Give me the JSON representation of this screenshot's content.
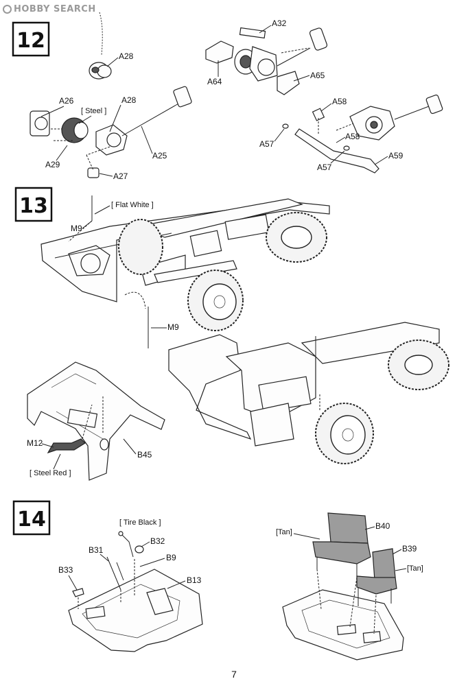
{
  "watermark": {
    "text": "HOBBY SEARCH"
  },
  "page_number": "7",
  "steps": [
    {
      "number": "12",
      "labels": {
        "a28_top": "A28",
        "a32": "A32",
        "a26": "A26",
        "steel": "[ Steel ]",
        "a28_mid": "A28",
        "a29": "A29",
        "a27": "A27",
        "a25": "A25",
        "a64": "A64",
        "a65": "A65",
        "a58_top": "A58",
        "a57_left": "A57",
        "a58_mid": "A58",
        "a57_bot": "A57",
        "a59": "A59"
      }
    },
    {
      "number": "13",
      "labels": {
        "flat_white": "[ Flat White ]",
        "m9_top": "M9",
        "m9_bot": "M9",
        "m12": "M12",
        "steel_red": "[ Steel Red ]",
        "b45": "B45"
      }
    },
    {
      "number": "14",
      "labels": {
        "tire_black": "[ Tire Black ]",
        "b32": "B32",
        "b31": "B31",
        "b9": "B9",
        "b33": "B33",
        "b13": "B13",
        "tan_left": "[Tan]",
        "b40": "B40",
        "b39": "B39",
        "tan_right": "[Tan]"
      }
    }
  ],
  "colors": {
    "tan_paint": "#9c9c9c",
    "steel_red_paint": "#555555",
    "watermark": "#9a9a9a"
  }
}
